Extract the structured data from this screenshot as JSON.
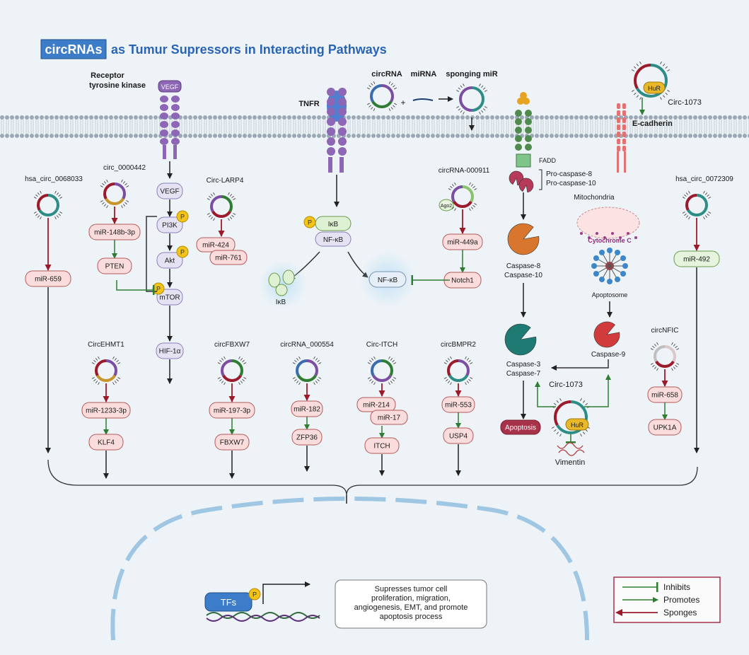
{
  "title": {
    "highlight": "circRNAs",
    "rest": "as Tumur Supressors in Interacting Pathways"
  },
  "labels": {
    "rtk": [
      "Receptor",
      "tyrosine kinase"
    ],
    "vegf_receptor": "VEGF",
    "tnfr": "TNFR",
    "circrna": "circRNA",
    "mirna": "miRNA",
    "sponging": "sponging miR",
    "plus": "+",
    "fadd": "FADD",
    "pro_caspase": [
      "Pro-caspase-8",
      "Pro-caspase-10"
    ],
    "hur": "HuR",
    "circ1073": "Circ-1073",
    "ecadherin": "E-cadherin",
    "mitochondria": "Mitochondria",
    "cytochrome": "Cytochrome C",
    "apoptosome": "Apoptosome",
    "caspase8": [
      "Caspase-8",
      "Caspase-10"
    ],
    "caspase9": "Caspase-9",
    "caspase3": [
      "Caspase-3",
      "Caspase-7"
    ],
    "apoptosis": "Apoptosis",
    "vimentin": "Vimentin",
    "ago2": "Ago2",
    "ikb": "IκB",
    "nfkb": "NF-κB",
    "p": "P",
    "vegf": "VEGF",
    "pi3k": "PI3K",
    "akt": "Akt",
    "mtor": "mTOR",
    "hif": "HIF-1α",
    "tfs": "TFs",
    "outcome": [
      "Supresses tumor cell",
      "proliferation, migration,",
      "angiogenesis, EMT, and  promote",
      "apoptosis process"
    ]
  },
  "circs": [
    {
      "name": "hsa_circ_0068033",
      "mir": "miR-659"
    },
    {
      "name": "circ_0000442",
      "mir": "miR-148b-3p",
      "target": "PTEN"
    },
    {
      "name": "Circ-LARP4",
      "mir": "miR-424",
      "mir2": "miR-761"
    },
    {
      "name": "circRNA-000911",
      "mir": "miR-449a",
      "target": "Notch1"
    },
    {
      "name": "hsa_circ_0072309",
      "mir": "miR-492"
    },
    {
      "name": "CircEHMT1",
      "mir": "miR-1233-3p",
      "target": "KLF4"
    },
    {
      "name": "circFBXW7",
      "mir": "miR-197-3p",
      "target": "FBXW7"
    },
    {
      "name": "circRNA_000554",
      "mir": "miR-182",
      "target": "ZFP36"
    },
    {
      "name": "Circ-ITCH",
      "mir": "miR-214",
      "mir2": "miR-17",
      "target": "ITCH"
    },
    {
      "name": "circBMPR2",
      "mir": "miR-553",
      "target": "USP4"
    },
    {
      "name": "circNFIC",
      "mir": "miR-658",
      "target": "UPK1A"
    }
  ],
  "legend": [
    {
      "label": "Inhibits",
      "kind": "inhibit",
      "color": "#2e7d32"
    },
    {
      "label": "Promotes",
      "kind": "promote",
      "color": "#2e7d32"
    },
    {
      "label": "Sponges",
      "kind": "sponge",
      "color": "#9b1b2b"
    }
  ],
  "colors": {
    "background": "#eef3f7",
    "title_box": "#3d7cc9",
    "pink_box": "#fadcdc",
    "pink_border": "#b35a5a",
    "purple_box": "#e5e3f3",
    "purple": "#7b4ea3",
    "green": "#2e7d32",
    "sponge": "#9b1b2b",
    "caspase_orange": "#d9762d",
    "caspase_teal": "#1e7a72",
    "caspase_red": "#d23b3b",
    "apoptosis": "#a8324a"
  }
}
